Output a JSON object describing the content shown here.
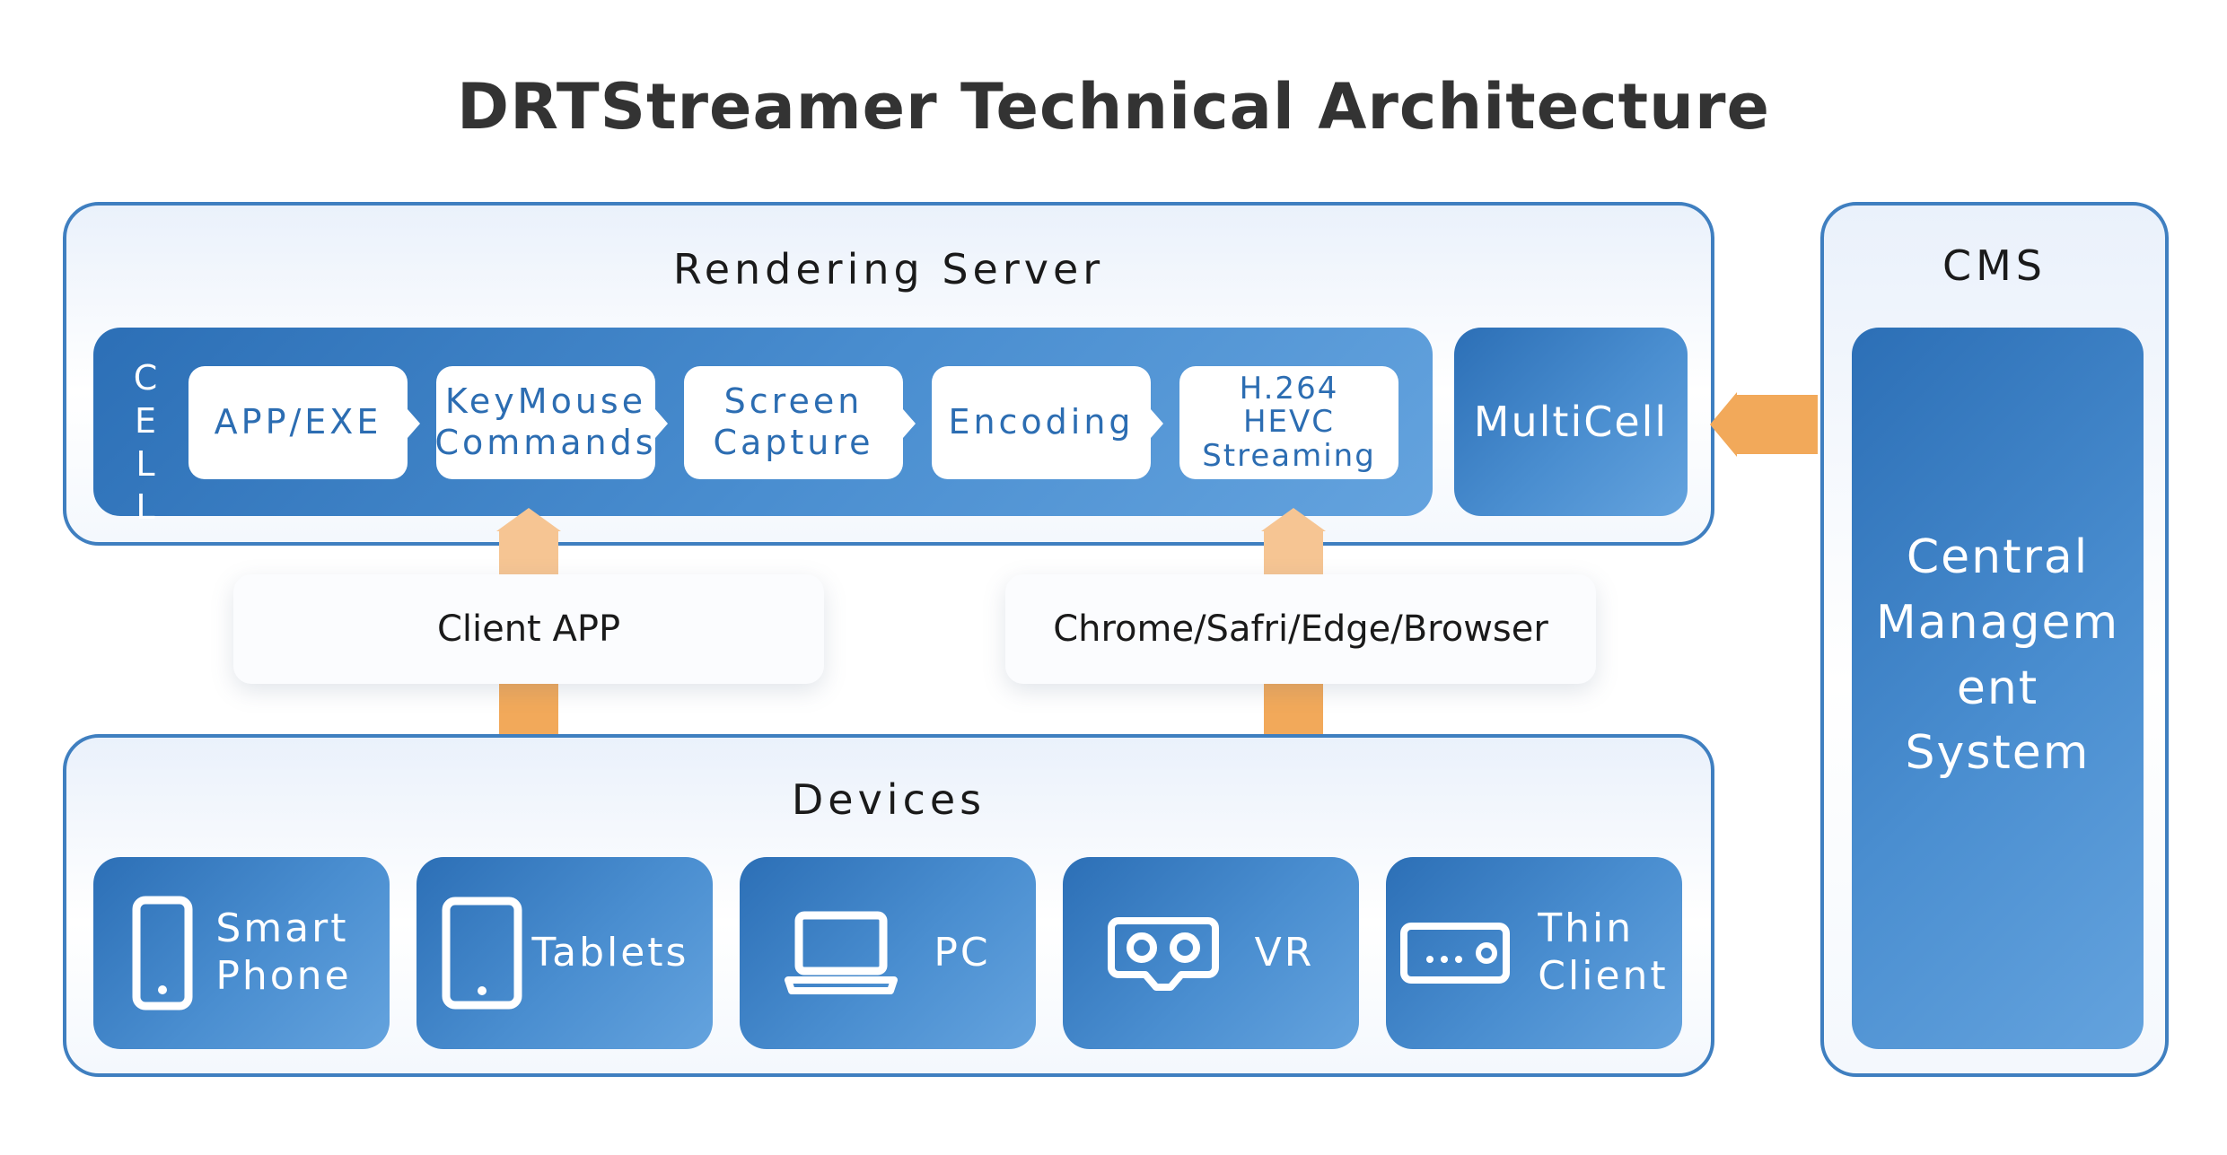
{
  "title": "DRTStreamer Technical Architecture",
  "rendering_server": {
    "title": "Rendering Server",
    "cell_label": "CELL",
    "steps": [
      {
        "label": "APP/EXE"
      },
      {
        "label": "KeyMouse\nCommands"
      },
      {
        "label": "Screen\nCapture"
      },
      {
        "label": "Encoding"
      },
      {
        "label": "H.264\nHEVC\nStreaming"
      }
    ],
    "multicell_label": "MultiCell"
  },
  "clients": [
    {
      "label": "Client APP"
    },
    {
      "label": "Chrome/Safri/Edge/Browser"
    }
  ],
  "devices": {
    "title": "Devices",
    "items": [
      {
        "label": "Smart\nPhone",
        "icon": "smartphone-icon"
      },
      {
        "label": "Tablets",
        "icon": "tablet-icon"
      },
      {
        "label": "PC",
        "icon": "laptop-icon"
      },
      {
        "label": "VR",
        "icon": "vr-headset-icon"
      },
      {
        "label": "Thin\nClient",
        "icon": "thin-client-icon"
      }
    ]
  },
  "cms": {
    "title": "CMS",
    "body": "Central\nManagem\nent\nSystem"
  },
  "colors": {
    "accent_blue": "#3f7fc0",
    "block_blue": "#4a8ed0",
    "arrow_orange": "#f2a95a",
    "arrow_orange_pale": "#f6c593"
  }
}
